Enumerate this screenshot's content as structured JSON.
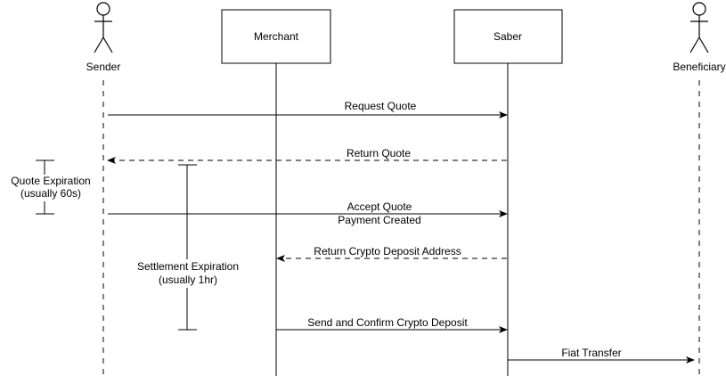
{
  "participants": {
    "sender": "Sender",
    "merchant": "Merchant",
    "saber": "Saber",
    "beneficiary": "Beneficiary"
  },
  "messages": {
    "request_quote": "Request Quote",
    "return_quote": "Return Quote",
    "accept_quote": "Accept Quote",
    "payment_created": "Payment Created",
    "return_crypto_deposit_address": "Return Crypto Deposit Address",
    "send_and_confirm_crypto_deposit": "Send and Confirm Crypto Deposit",
    "fiat_transfer": "Fiat Transfer"
  },
  "annotations": {
    "quote_expiration_line1": "Quote Expiration",
    "quote_expiration_line2": "(usually 60s)",
    "settlement_expiration_line1": "Settlement Expiration",
    "settlement_expiration_line2": "(usually 1hr)"
  }
}
